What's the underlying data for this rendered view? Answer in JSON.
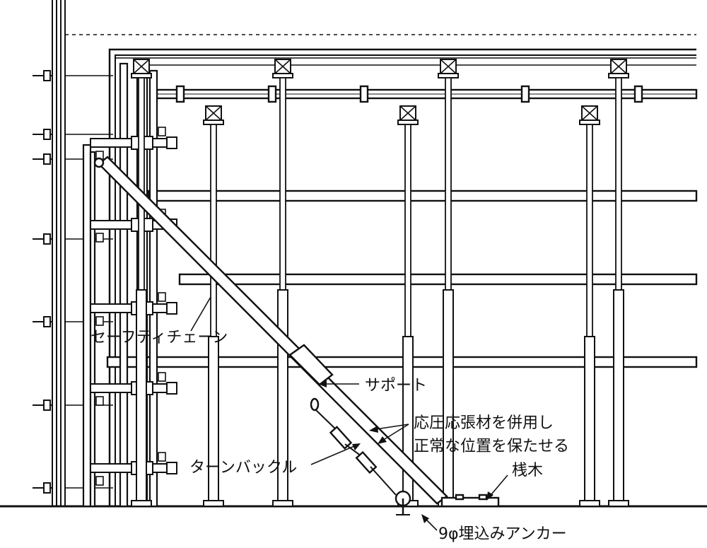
{
  "labels": {
    "safety_chain": "セーフティチェーン",
    "support": "サポート",
    "note_line1": "応圧応張材を併用し",
    "note_line2": "正常な位置を保たせる",
    "turnbuckle": "ターンバックル",
    "timber": "桟木",
    "anchor": "9φ埋込みアンカー"
  },
  "colors": {
    "line": "#111111",
    "background": "#ffffff"
  }
}
